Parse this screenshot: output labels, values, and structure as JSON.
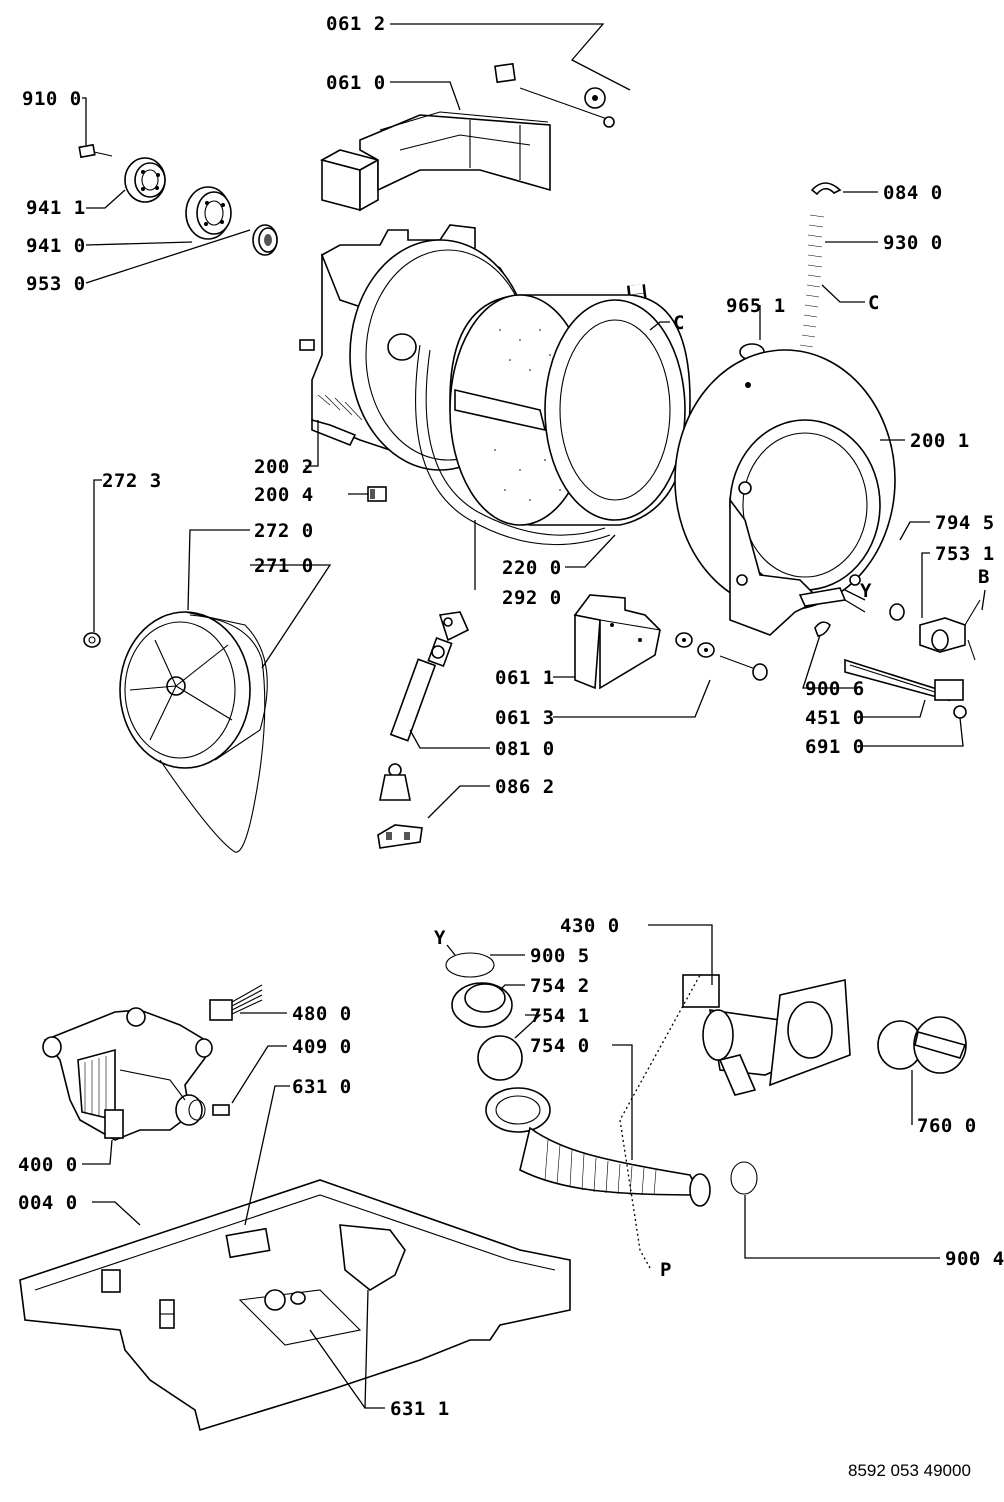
{
  "labels": {
    "l0612": "061 2",
    "l0610": "061 0",
    "l9100": "910 0",
    "l9411": "941 1",
    "l9410": "941 0",
    "l9530": "953 0",
    "l0840": "084 0",
    "l9300": "930 0",
    "c1": "C",
    "c2": "C",
    "l9651": "965 1",
    "l2001": "200 1",
    "l2002": "200 2",
    "l2004": "200 4",
    "l2723": "272 3",
    "l2720": "272 0",
    "l2710": "271 0",
    "l7945": "794 5",
    "l7531": "753 1",
    "b1": "B",
    "l2200": "220 0",
    "l2920": "292 0",
    "y1": "Y",
    "l0611": "061 1",
    "l9006": "900 6",
    "l0613": "061 3",
    "l4510": "451 0",
    "l6910": "691 0",
    "l0810": "081 0",
    "l0862": "086 2",
    "l4300": "430 0",
    "y2": "Y",
    "l9005": "900 5",
    "l7542": "754 2",
    "l7541": "754 1",
    "l7540": "754 0",
    "l4800": "480 0",
    "l4090": "409 0",
    "l6310": "631 0",
    "l4000": "400 0",
    "l0040": "004 0",
    "l7600": "760 0",
    "p1": "P",
    "l9004": "900 4",
    "l6311": "631 1"
  },
  "document_number": "8592 053 49000"
}
